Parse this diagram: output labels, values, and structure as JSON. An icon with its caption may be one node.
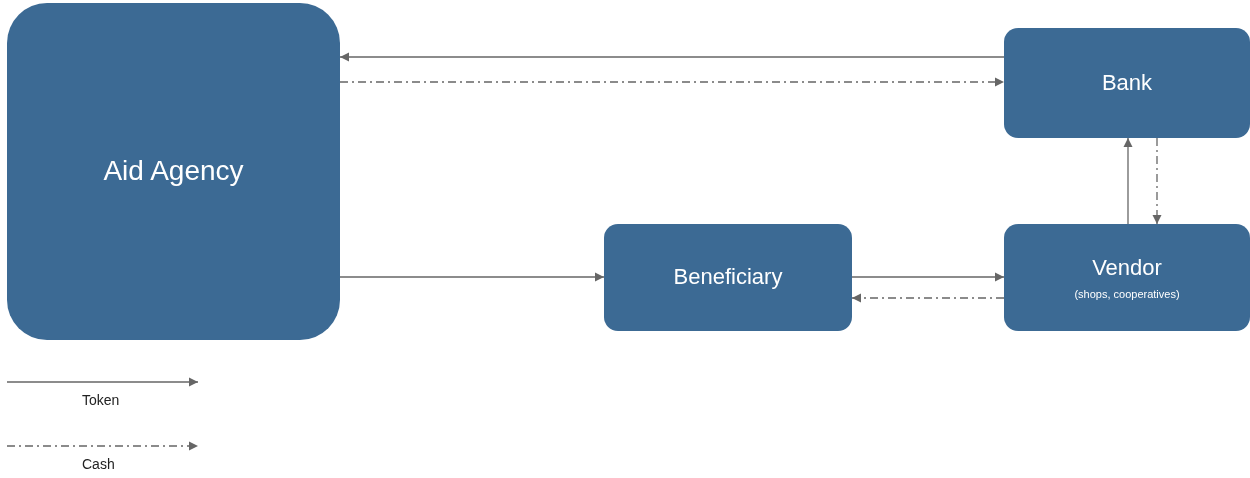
{
  "diagram": {
    "nodes": [
      {
        "text": [
          "Aid Agency"
        ]
      },
      {
        "text": [
          "Bank"
        ]
      },
      {
        "text": [
          "Beneficiary"
        ]
      },
      {
        "text": [
          "Vendor",
          "(shops, cooperatives)"
        ]
      }
    ],
    "edges": [
      {
        "from": 1,
        "to": 0,
        "arrow": "to"
      },
      {
        "from": 0,
        "to": 1,
        "arrow": "to",
        "style": "dashed"
      },
      {
        "from": 0,
        "to": 2,
        "arrow": "to"
      },
      {
        "from": 2,
        "to": 3,
        "arrow": "to"
      },
      {
        "from": 3,
        "to": 2,
        "arrow": "to",
        "style": "dashed"
      },
      {
        "from": 3,
        "to": 1,
        "arrow": "to"
      },
      {
        "from": 1,
        "to": 3,
        "arrow": "to",
        "style": "dashed"
      }
    ],
    "legend": [
      {
        "text": "Token"
      },
      {
        "text": "Cash"
      }
    ]
  }
}
